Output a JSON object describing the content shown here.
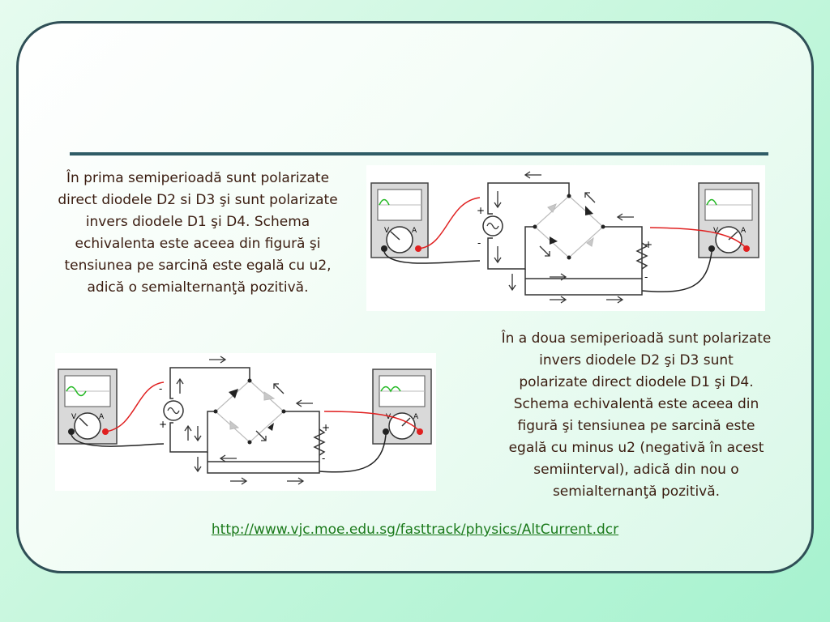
{
  "slide": {
    "paragraph_1": {
      "lines": [
        "În prima semiperioadă sunt polarizate",
        "direct diodele D2 si D3 şi sunt polarizate",
        "invers diodele D1 şi D4. Schema",
        "echivalenta este aceea din figură şi",
        "tensiunea pe sarcină este egală cu u2,",
        "adică o semialternanţă pozitivă."
      ]
    },
    "paragraph_2": {
      "lines": [
        "În a doua semiperioadă sunt polarizate",
        "invers diodele D2 şi D3  sunt",
        "polarizate direct diodele D1 şi D4.",
        "Schema echivalentă este aceea din",
        "figură şi tensiunea pe sarcină este",
        "egală cu minus u2 (negativă în acest",
        "semiinterval), adică din nou o",
        "semialternanţă pozitivă."
      ]
    },
    "link": "http://www.vjc.moe.edu.sg/fasttrack/physics/AltCurrent.dcr"
  },
  "figure_1": {
    "source_plus": "+",
    "source_minus": "-",
    "load_plus": "+",
    "load_minus": "-",
    "meter_left_labels": [
      "V",
      "A"
    ],
    "meter_right_labels": [
      "V",
      "A"
    ]
  },
  "figure_2": {
    "source_plus": "+",
    "source_minus": "-",
    "load_plus": "+",
    "load_minus": "-",
    "meter_left_labels": [
      "V",
      "A"
    ],
    "meter_right_labels": [
      "V",
      "A"
    ]
  },
  "colors": {
    "text": "#3a1c10",
    "link": "#1b7a1b",
    "frame": "#2f4f56",
    "wire_red": "#e02020",
    "trace_green": "#22b822"
  }
}
